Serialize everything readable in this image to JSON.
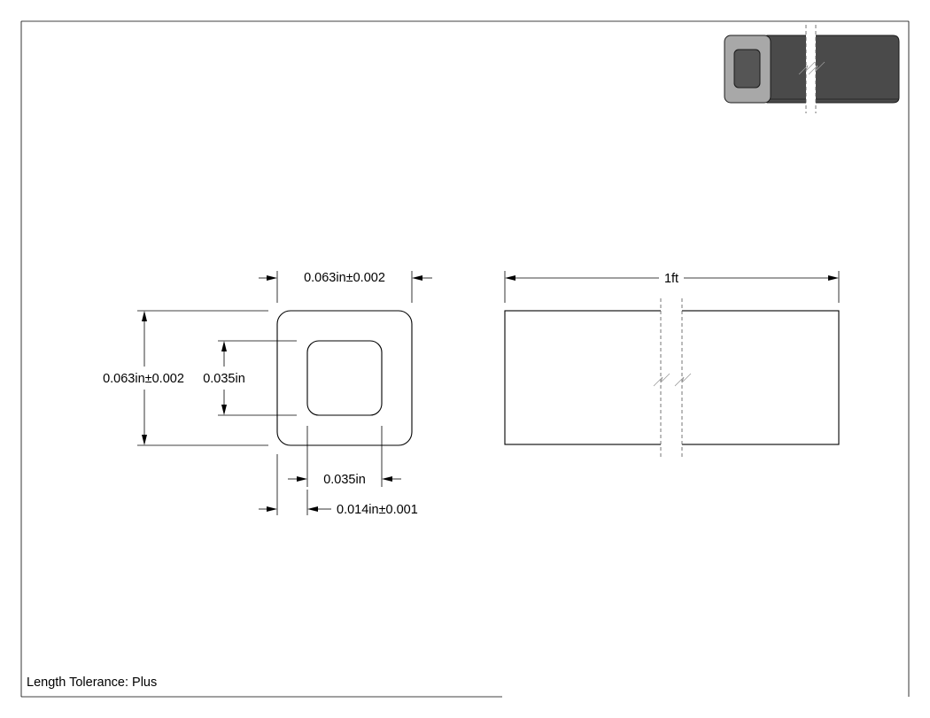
{
  "dimensions": {
    "outer_width": "0.063in±0.002",
    "outer_height": "0.063in±0.002",
    "inner_height": "0.035in",
    "inner_width": "0.035in",
    "wall_thickness": "0.014in±0.001",
    "length": "1ft"
  },
  "notes": {
    "length_tolerance": "Length Tolerance: Plus"
  },
  "colors": {
    "line": "#000000",
    "tube_dark": "#4a4a4a",
    "tube_end_face": "#a8a8a8",
    "tube_bore": "#555555"
  }
}
